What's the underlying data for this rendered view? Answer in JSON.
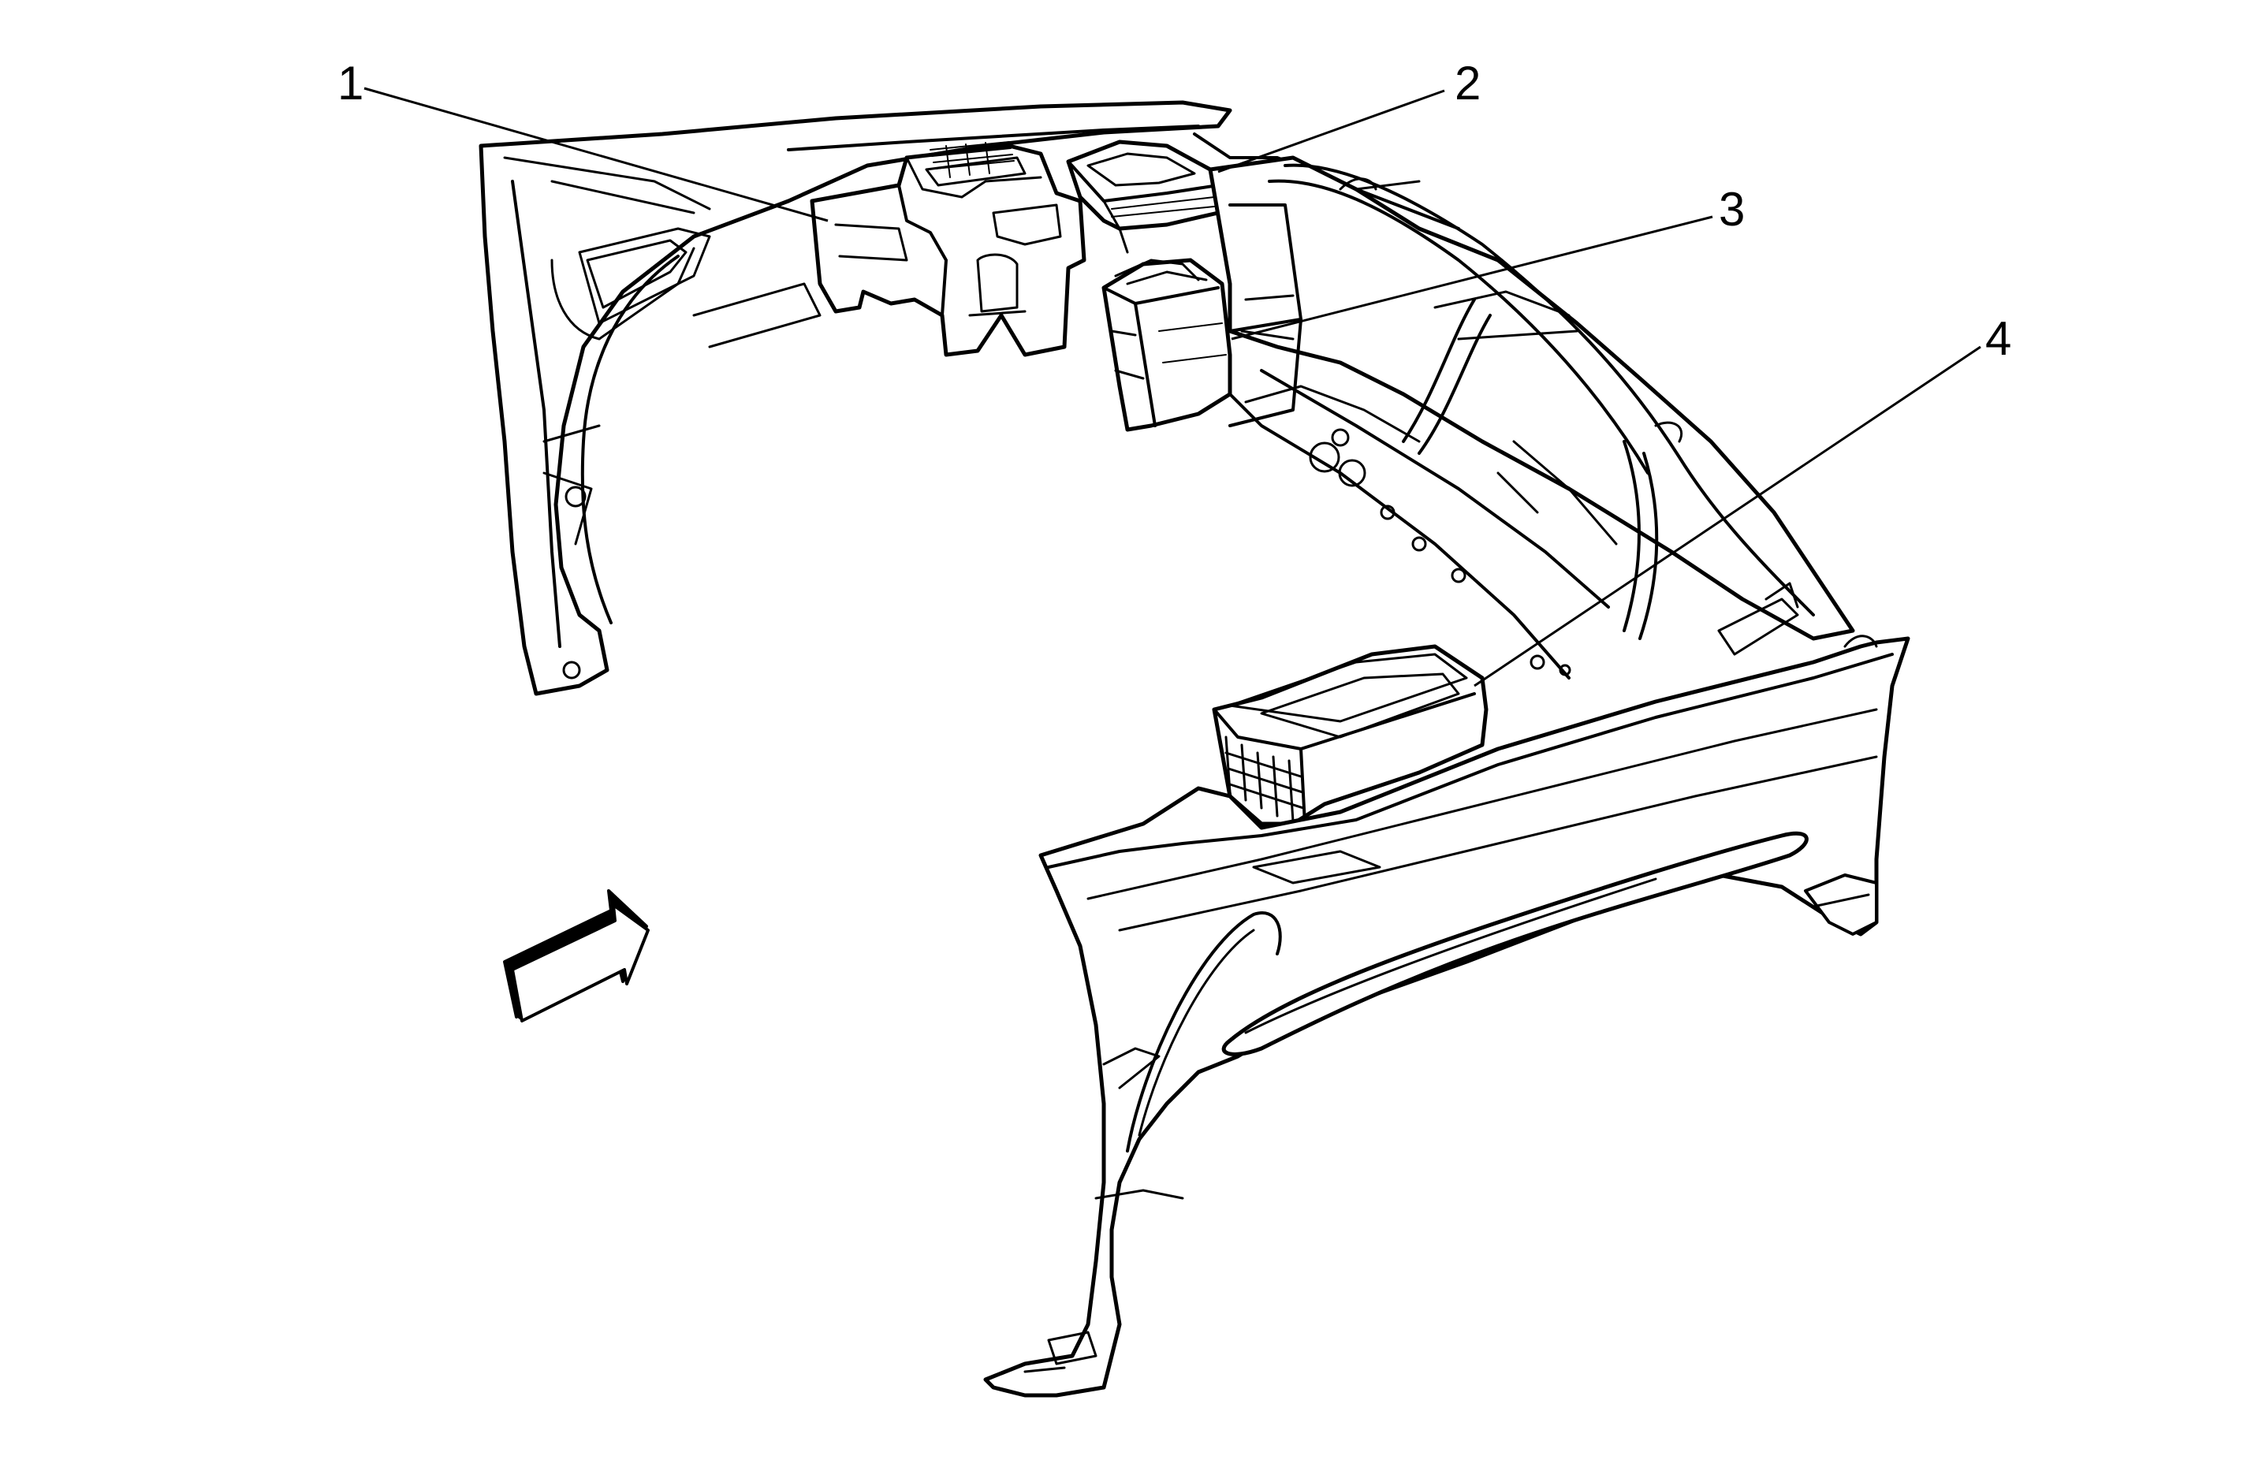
{
  "callouts": [
    {
      "id": "1",
      "label": "1"
    },
    {
      "id": "2",
      "label": "2"
    },
    {
      "id": "3",
      "label": "3"
    },
    {
      "id": "4",
      "label": "4"
    }
  ],
  "colors": {
    "line": "#000000",
    "background": "#ffffff"
  },
  "icons": {
    "view_direction": "view-direction-arrow-icon"
  }
}
